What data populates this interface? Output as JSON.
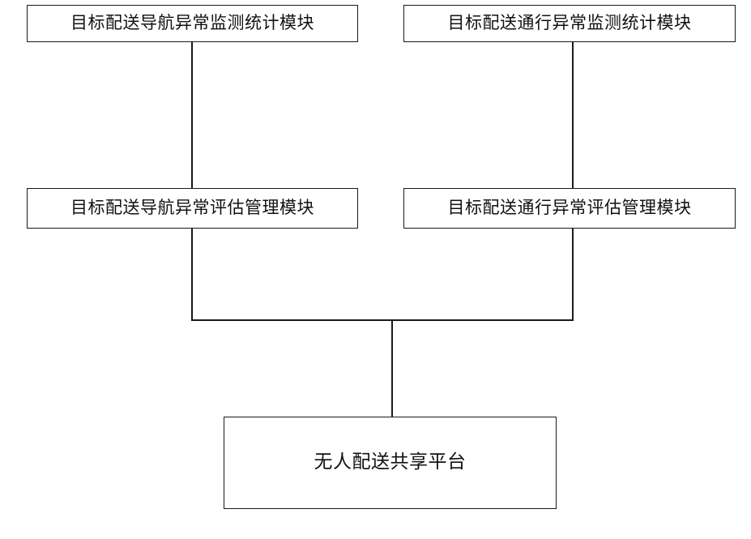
{
  "diagram": {
    "type": "block-diagram",
    "orientation": "top-down",
    "nodes": {
      "nav_monitor": {
        "label": "目标配送导航异常监测统计模块",
        "level": "monitoring",
        "column": "left"
      },
      "pass_monitor": {
        "label": "目标配送通行异常监测统计模块",
        "level": "monitoring",
        "column": "right"
      },
      "nav_assess": {
        "label": "目标配送导航异常评估管理模块",
        "level": "assessment",
        "column": "left"
      },
      "pass_assess": {
        "label": "目标配送通行异常评估管理模块",
        "level": "assessment",
        "column": "right"
      },
      "platform": {
        "label": "无人配送共享平台",
        "level": "platform",
        "column": "center"
      }
    },
    "edges": [
      {
        "from": "nav_monitor",
        "to": "nav_assess",
        "style": "straight-vertical"
      },
      {
        "from": "pass_monitor",
        "to": "pass_assess",
        "style": "straight-vertical"
      },
      {
        "from": "nav_assess",
        "to": "platform",
        "style": "elbow-bus"
      },
      {
        "from": "pass_assess",
        "to": "platform",
        "style": "elbow-bus"
      }
    ],
    "colors": {
      "stroke": "#1a1a1a",
      "fill": "#ffffff",
      "text": "#111111"
    }
  }
}
